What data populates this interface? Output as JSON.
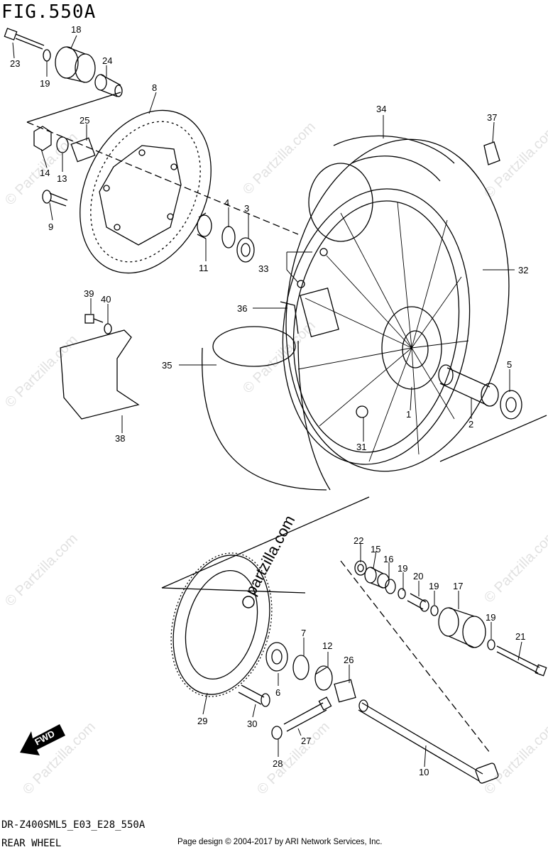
{
  "header": {
    "fig_title": "FIG.550A"
  },
  "footer": {
    "model_code": "DR-Z400SML5_E03_E28_550A",
    "section_name": "REAR WHEEL",
    "copyright": "Page design © 2004-2017 by ARI Network Services, Inc."
  },
  "watermark": {
    "brand": "© Partzilla.com",
    "center_text": "partzilla.com"
  },
  "fwd_label": "FWD",
  "callouts": {
    "c1": "1",
    "c2": "2",
    "c3": "3",
    "c4": "4",
    "c5": "5",
    "c6": "6",
    "c7": "7",
    "c8": "8",
    "c9": "9",
    "c10": "10",
    "c11": "11",
    "c12": "12",
    "c13": "13",
    "c14": "14",
    "c15": "15",
    "c16": "16",
    "c17": "17",
    "c18": "18",
    "c19a": "19",
    "c19b": "19",
    "c19c": "19",
    "c19d": "19",
    "c20": "20",
    "c21": "21",
    "c22": "22",
    "c23": "23",
    "c24": "24",
    "c25": "25",
    "c26": "26",
    "c27": "27",
    "c28": "28",
    "c29": "29",
    "c30": "30",
    "c31": "31",
    "c32": "32",
    "c33": "33",
    "c34": "34",
    "c35": "35",
    "c36": "36",
    "c37": "37",
    "c38": "38",
    "c39": "39",
    "c40": "40"
  },
  "colors": {
    "ink": "#000000",
    "watermark": "#c9c9c9",
    "background": "#ffffff"
  }
}
